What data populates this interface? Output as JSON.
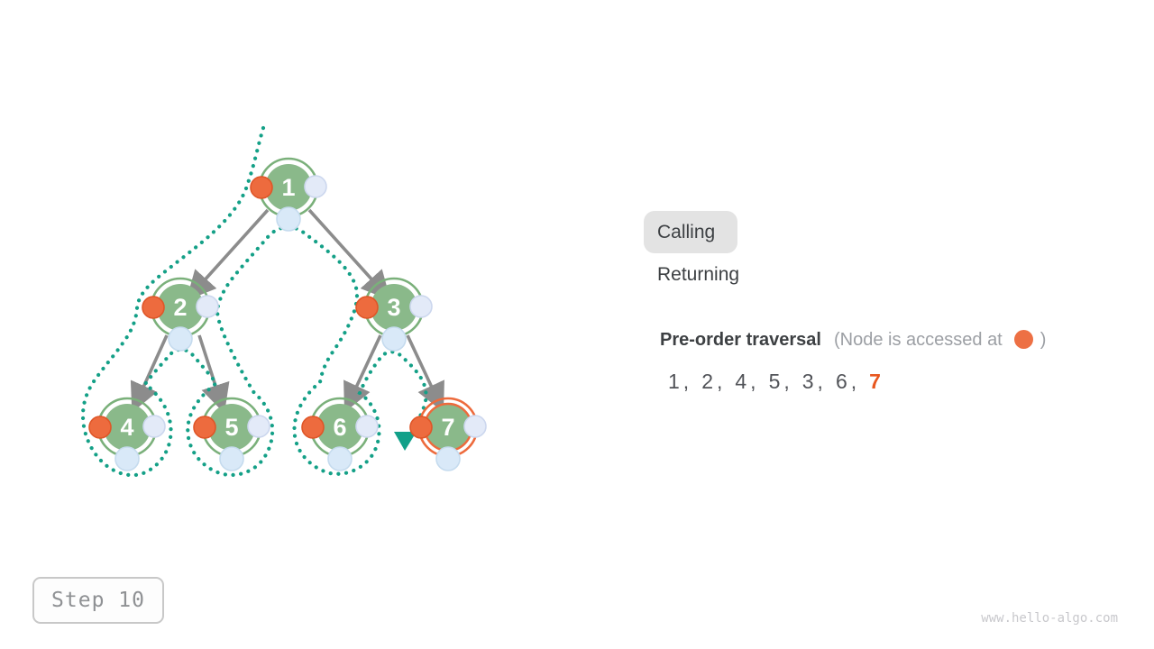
{
  "diagram": {
    "nodes": [
      {
        "id": "1",
        "value": "1",
        "state": "visited"
      },
      {
        "id": "2",
        "value": "2",
        "state": "visited"
      },
      {
        "id": "3",
        "value": "3",
        "state": "visited"
      },
      {
        "id": "4",
        "value": "4",
        "state": "visited"
      },
      {
        "id": "5",
        "value": "5",
        "state": "visited"
      },
      {
        "id": "6",
        "value": "6",
        "state": "visited"
      },
      {
        "id": "7",
        "value": "7",
        "state": "current"
      }
    ]
  },
  "panel": {
    "calling": "Calling",
    "returning": "Returning",
    "title": "Pre-order traversal",
    "note_prefix": "(Node is accessed at",
    "note_suffix": ")",
    "sequence": [
      "1",
      "2",
      "4",
      "5",
      "3",
      "6"
    ],
    "current": "7"
  },
  "footer": {
    "step": "Step 10",
    "watermark": "www.hello-algo.com"
  },
  "colors": {
    "node_green": "#8AB98A",
    "ring_green": "#7AB07A",
    "access_orange": "#ED6A3C",
    "blue_dot": "#DCE8F7",
    "path_teal": "#14A087",
    "arrow_gray": "#8C8C8C"
  }
}
